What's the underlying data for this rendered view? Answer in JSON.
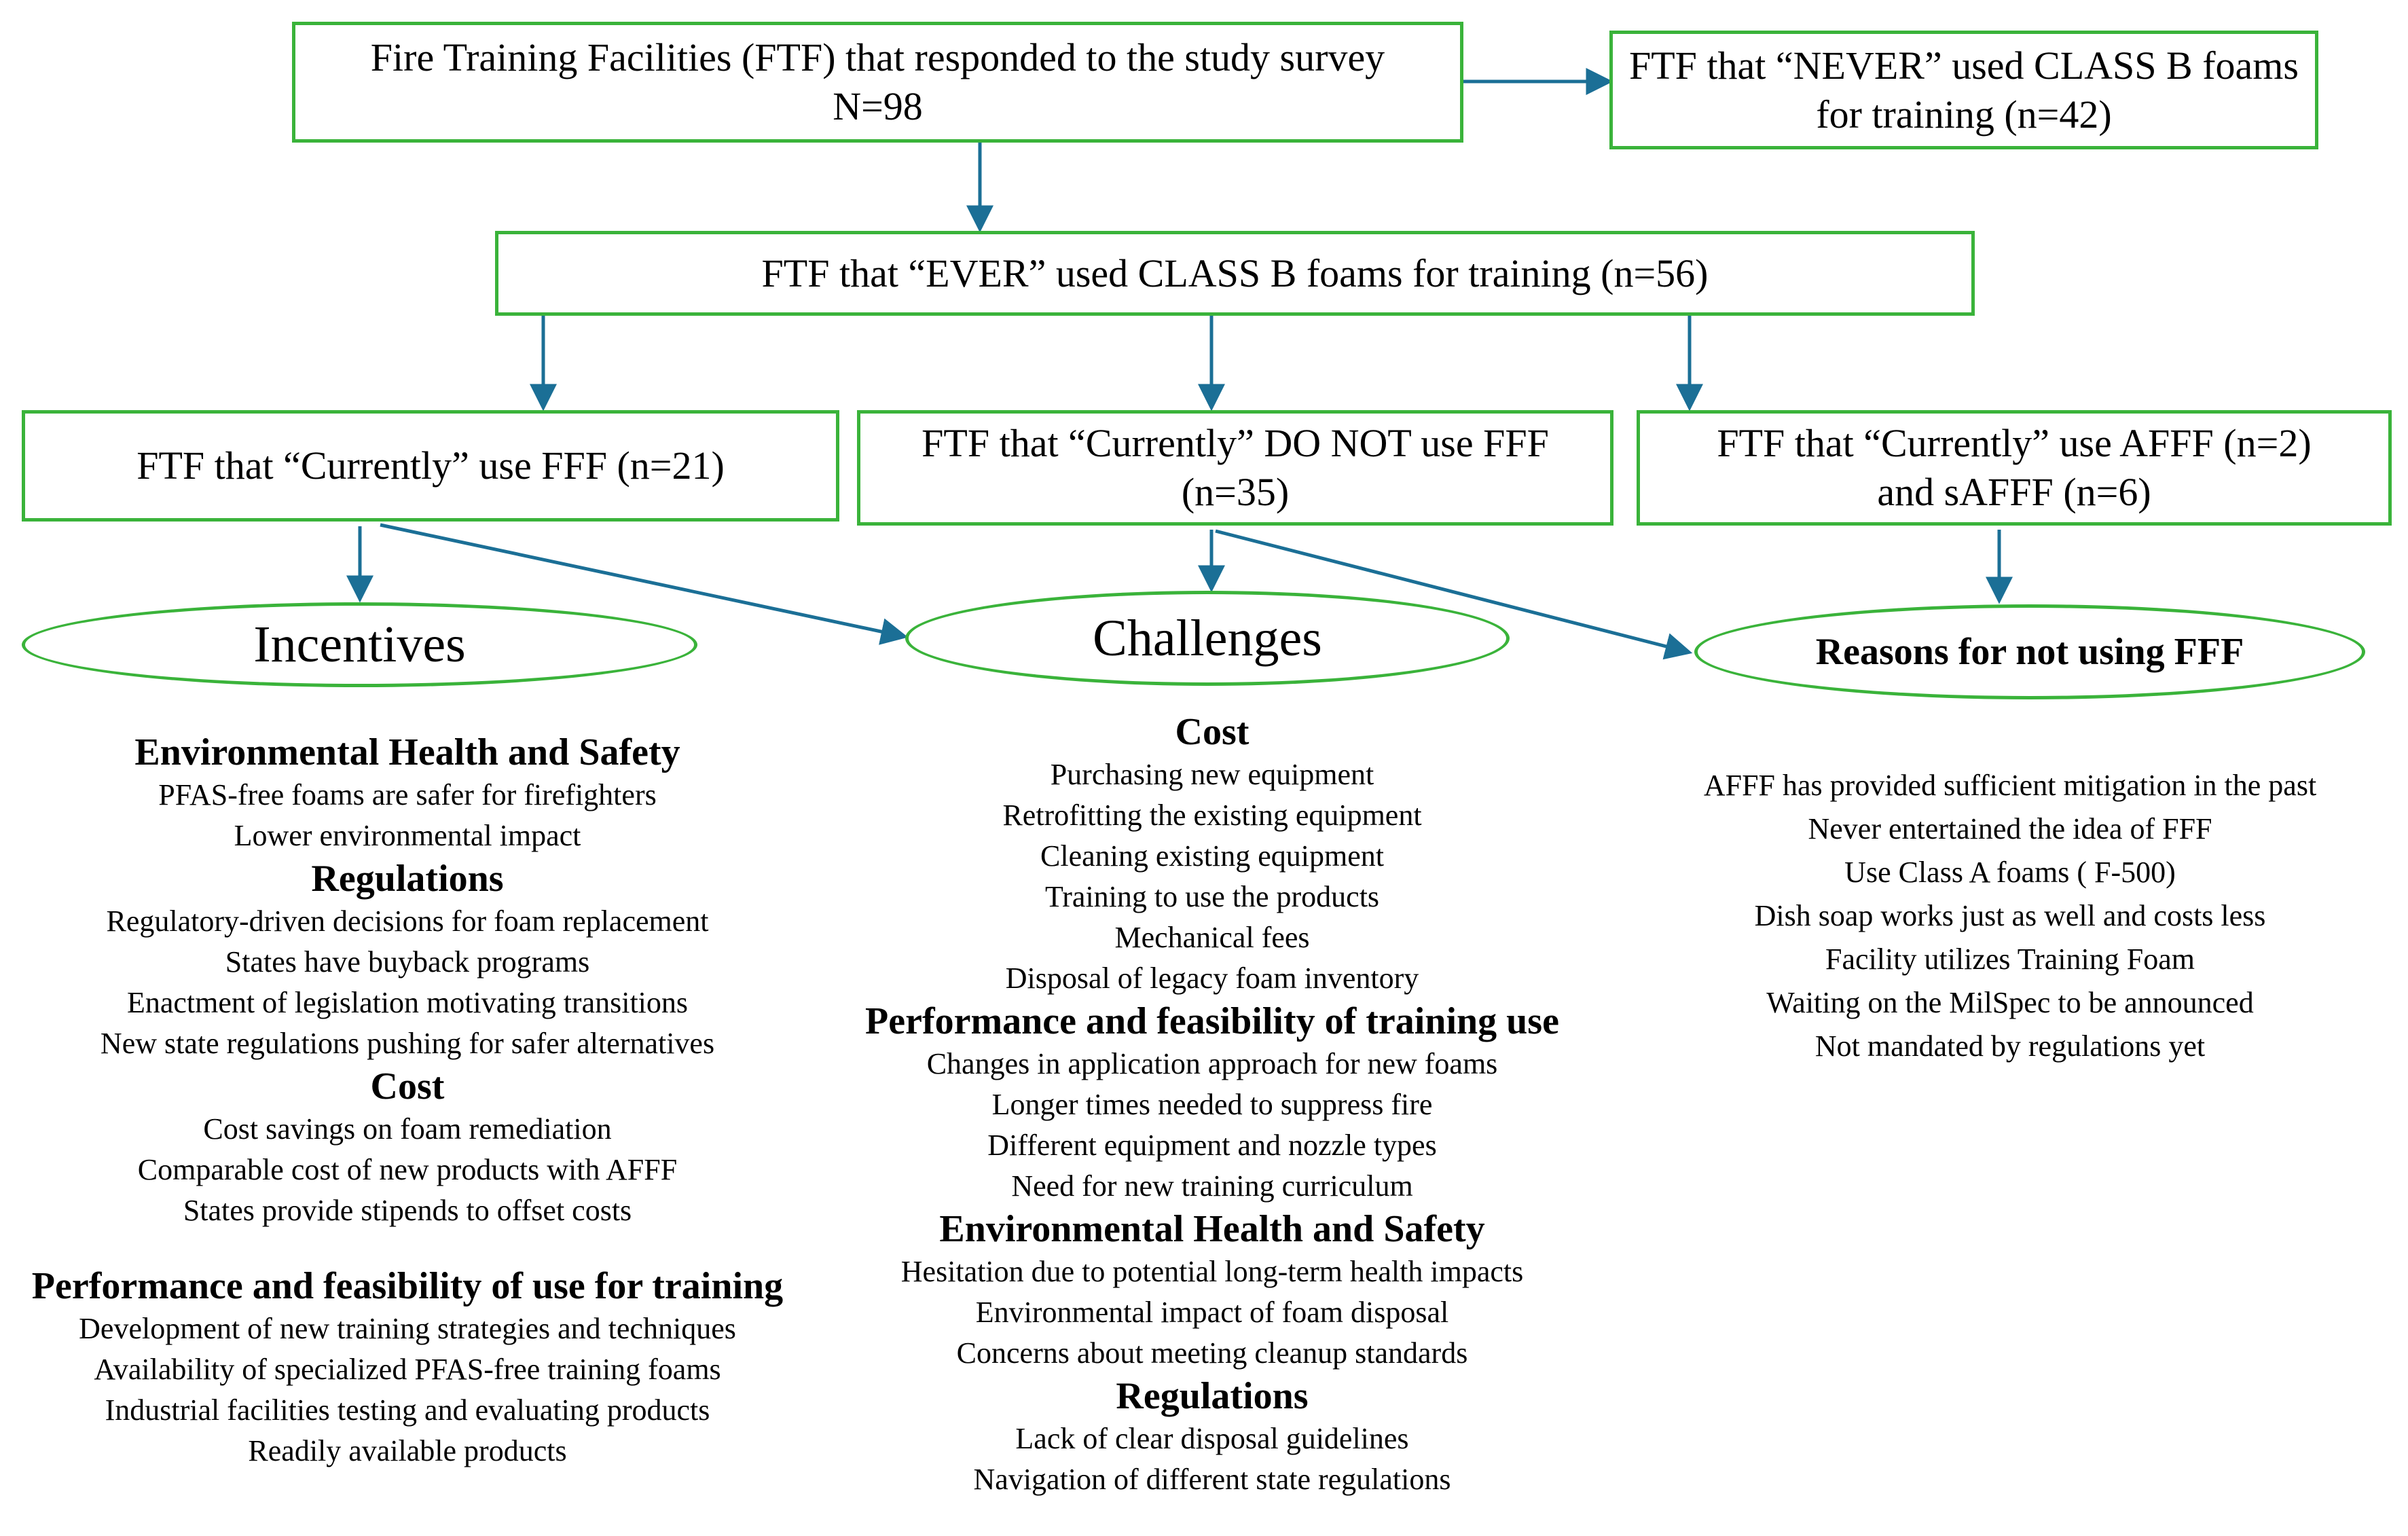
{
  "boxes": {
    "top_line1": "Fire Training Facilities (FTF) that responded to the study survey",
    "top_line2": "N=98",
    "never_line1": "FTF that “NEVER” used CLASS B foams",
    "never_line2": "for training (n=42)",
    "ever": "FTF that  “EVER”  used CLASS B foams for training (n=56)",
    "fff": "FTF that “Currently” use  FFF (n=21)",
    "notfff_line1": "FTF that “Currently” DO NOT use  FFF",
    "notfff_line2": "(n=35)",
    "afff_line1": "FTF  that “Currently” use AFFF  (n=2)",
    "afff_line2": "and sAFFF  (n=6)"
  },
  "ovals": {
    "incentives": "Incentives",
    "challenges": "Challenges",
    "reasons": "Reasons for not using FFF"
  },
  "incentives": [
    {
      "heading": "Environmental Health and Safety",
      "items": [
        "PFAS-free foams are safer for firefighters",
        "Lower environmental impact"
      ]
    },
    {
      "heading": "Regulations",
      "items": [
        "Regulatory-driven decisions for foam replacement",
        "States have buyback programs",
        "Enactment of legislation motivating transitions",
        "New state regulations pushing for safer alternatives"
      ]
    },
    {
      "heading": "Cost",
      "items": [
        "Cost savings on foam remediation",
        "Comparable cost of new products with AFFF",
        "States provide stipends to offset costs"
      ]
    },
    {
      "heading": "Performance and feasibility of use for training",
      "items": [
        "Development of new training strategies and techniques",
        "Availability of specialized PFAS-free training foams",
        "Industrial facilities testing and evaluating products",
        "Readily available products"
      ]
    }
  ],
  "challenges": [
    {
      "heading": "Cost",
      "items": [
        "Purchasing new equipment",
        "Retrofitting the existing equipment",
        "Cleaning existing equipment",
        "Training to use the products",
        "Mechanical fees",
        "Disposal of legacy foam inventory"
      ]
    },
    {
      "heading": "Performance and feasibility of training use",
      "items": [
        "Changes in application approach for new foams",
        "Longer times needed to suppress fire",
        "Different equipment and nozzle types",
        "Need for new training curriculum"
      ]
    },
    {
      "heading": "Environmental Health and Safety",
      "items": [
        "Hesitation due to potential long-term health impacts",
        "Environmental impact of foam disposal",
        "Concerns about meeting cleanup standards"
      ]
    },
    {
      "heading": "Regulations",
      "items": [
        "Lack of clear disposal guidelines",
        "Navigation of different state regulations"
      ]
    }
  ],
  "reasons": [
    "AFFF has provided sufficient mitigation in the past",
    "Never entertained the idea of FFF",
    "Use Class A foams ( F-500)",
    "Dish soap works just as well and costs less",
    "Facility utilizes Training Foam",
    "Waiting on the MilSpec to be announced",
    "Not mandated by regulations yet"
  ],
  "colors": {
    "box_border": "#3ab33a",
    "arrow": "#1b6f96"
  }
}
